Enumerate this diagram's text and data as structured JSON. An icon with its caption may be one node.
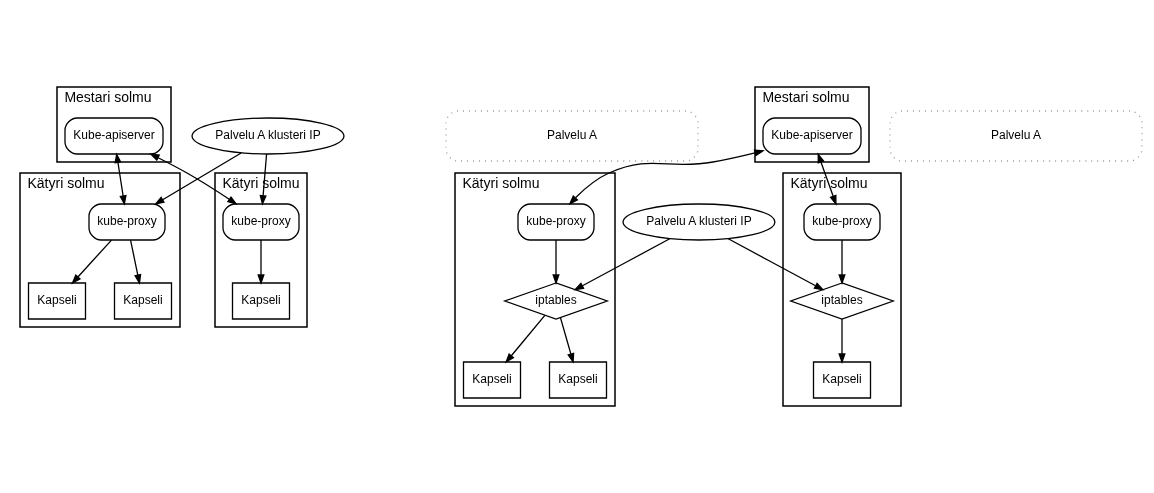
{
  "diagram": {
    "nodes": [
      {
        "text": [
          "Mestari solmu"
        ]
      },
      {
        "text": [
          "Kube-apiserver"
        ],
        "in": 0
      },
      {
        "text": [
          "Palvelu A klusteri IP"
        ]
      },
      {
        "text": [
          "Kätyri solmu"
        ]
      },
      {
        "text": [
          "kube-proxy"
        ],
        "in": 3
      },
      {
        "text": [
          "Kapseli"
        ],
        "in": 3
      },
      {
        "text": [
          "Kapseli"
        ],
        "in": 3
      },
      {
        "text": [
          "Kätyri solmu"
        ]
      },
      {
        "text": [
          "kube-proxy"
        ],
        "in": 7
      },
      {
        "text": [
          "Kapseli"
        ],
        "in": 7
      },
      {
        "text": [
          "Palvelu A"
        ]
      },
      {
        "text": [
          "Mestari solmu"
        ]
      },
      {
        "text": [
          "Kube-apiserver"
        ],
        "in": 11
      },
      {
        "text": [
          "Palvelu A klusteri IP"
        ]
      },
      {
        "text": [
          "Kätyri solmu"
        ]
      },
      {
        "text": [
          "kube-proxy"
        ],
        "in": 14
      },
      {
        "text": [
          "iptables"
        ],
        "in": 14
      },
      {
        "text": [
          "Kapseli"
        ],
        "in": 14
      },
      {
        "text": [
          "Kapseli"
        ],
        "in": 14
      },
      {
        "text": [
          "Kätyri solmu"
        ]
      },
      {
        "text": [
          "iptables"
        ],
        "in": 19
      },
      {
        "text": [
          "kube-proxy"
        ],
        "in": 19
      },
      {
        "text": [
          "Kapseli"
        ],
        "in": 19
      },
      {
        "text": [
          "Palvelu A"
        ]
      }
    ],
    "edges": [
      {
        "from": 1,
        "to": 4,
        "arrow": "both"
      },
      {
        "from": 1,
        "to": 8,
        "arrow": "both"
      },
      {
        "from": 2,
        "to": 4,
        "arrow": "to"
      },
      {
        "from": 2,
        "to": 8,
        "arrow": "to"
      },
      {
        "from": 4,
        "to": 5,
        "arrow": "to"
      },
      {
        "from": 4,
        "to": 6,
        "arrow": "to"
      },
      {
        "from": 8,
        "to": 9,
        "arrow": "to"
      },
      {
        "from": 12,
        "to": 15,
        "arrow": "both"
      },
      {
        "from": 12,
        "to": 21,
        "arrow": "both"
      },
      {
        "from": 15,
        "to": 16,
        "arrow": "to"
      },
      {
        "from": 21,
        "to": 20,
        "arrow": "to"
      },
      {
        "from": 13,
        "to": 16,
        "arrow": "to"
      },
      {
        "from": 13,
        "to": 20,
        "arrow": "to"
      },
      {
        "from": 16,
        "to": 17,
        "arrow": "to"
      },
      {
        "from": 16,
        "to": 18,
        "arrow": "to"
      },
      {
        "from": 20,
        "to": 22,
        "arrow": "to"
      }
    ]
  }
}
